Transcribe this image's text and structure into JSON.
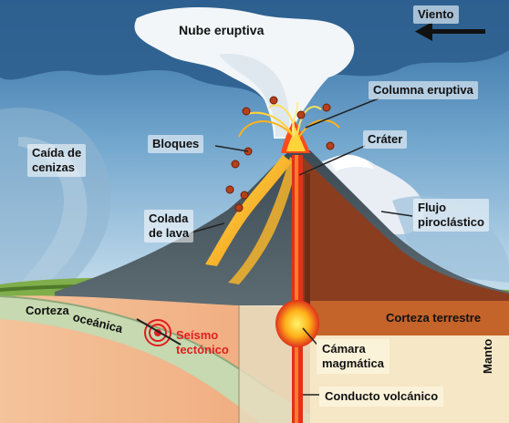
{
  "diagram": {
    "labels": {
      "nube": "Nube eruptiva",
      "viento": "Viento",
      "columna": "Columna eruptiva",
      "bloques": "Bloques",
      "crater": "Cráter",
      "caida_1": "Caída de",
      "caida_2": "cenizas",
      "colada_1": "Colada",
      "colada_2": "de lava",
      "flujo_1": "Flujo",
      "flujo_2": "piroclástico",
      "corteza_oceanica_1": "Corteza",
      "corteza_oceanica_2": "oceánica",
      "corteza_terrestre": "Corteza terrestre",
      "seismo_1": "Seísmo",
      "seismo_2": "tectónico",
      "camara_1": "Cámara",
      "camara_2": "magmática",
      "conducto": "Conducto volcánico",
      "manto": "Manto"
    },
    "colors": {
      "sky": "#3f7fb5",
      "magma": "#e0321a",
      "crust": "#b5552a",
      "mantle": "#f2b489",
      "seismo_text": "#e01e1e"
    }
  }
}
